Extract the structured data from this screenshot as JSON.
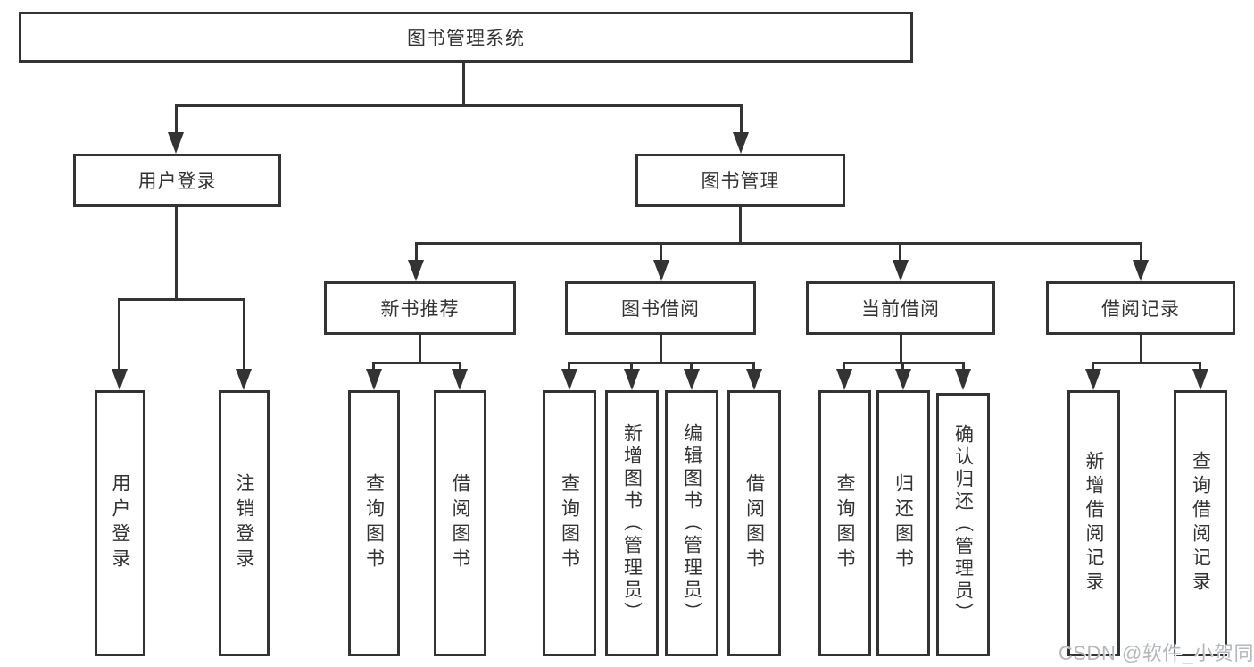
{
  "diagram": {
    "type": "hierarchy",
    "title": "图书管理系统",
    "nodes": {
      "root": "图书管理系统",
      "user_login": "用户登录",
      "book_mgmt": "图书管理",
      "new_book_rec": "新书推荐",
      "book_borrow": "图书借阅",
      "current_borrow": "当前借阅",
      "borrow_record": "借阅记录",
      "leaf_user_login": "用户登录",
      "leaf_logout": "注销登录",
      "rec_query_books": "查询图书",
      "rec_borrow_books": "借阅图书",
      "bb_query_books": "查询图书",
      "bb_add_books": "新增图书（管理员）",
      "bb_edit_books": "编辑图书（管理员）",
      "bb_borrow_books": "借阅图书",
      "cb_query_books": "查询图书",
      "cb_return_books": "归还图书",
      "cb_confirm_return": "确认归还（管理员）",
      "br_add_record": "新增借阅记录",
      "br_query_record": "查询借阅记录"
    },
    "hierarchy": {
      "图书管理系统": {
        "用户登录": [
          "用户登录",
          "注销登录"
        ],
        "图书管理": {
          "新书推荐": [
            "查询图书",
            "借阅图书"
          ],
          "图书借阅": [
            "查询图书",
            "新增图书（管理员）",
            "编辑图书（管理员）",
            "借阅图书"
          ],
          "当前借阅": [
            "查询图书",
            "归还图书",
            "确认归还（管理员）"
          ],
          "借阅记录": [
            "新增借阅记录",
            "查询借阅记录"
          ]
        }
      }
    }
  },
  "watermark": "CSDN @软件_小贺同学",
  "colors": {
    "line": "#333333",
    "text": "#333333",
    "background": "#ffffff",
    "watermark": "#b4b7bc"
  }
}
